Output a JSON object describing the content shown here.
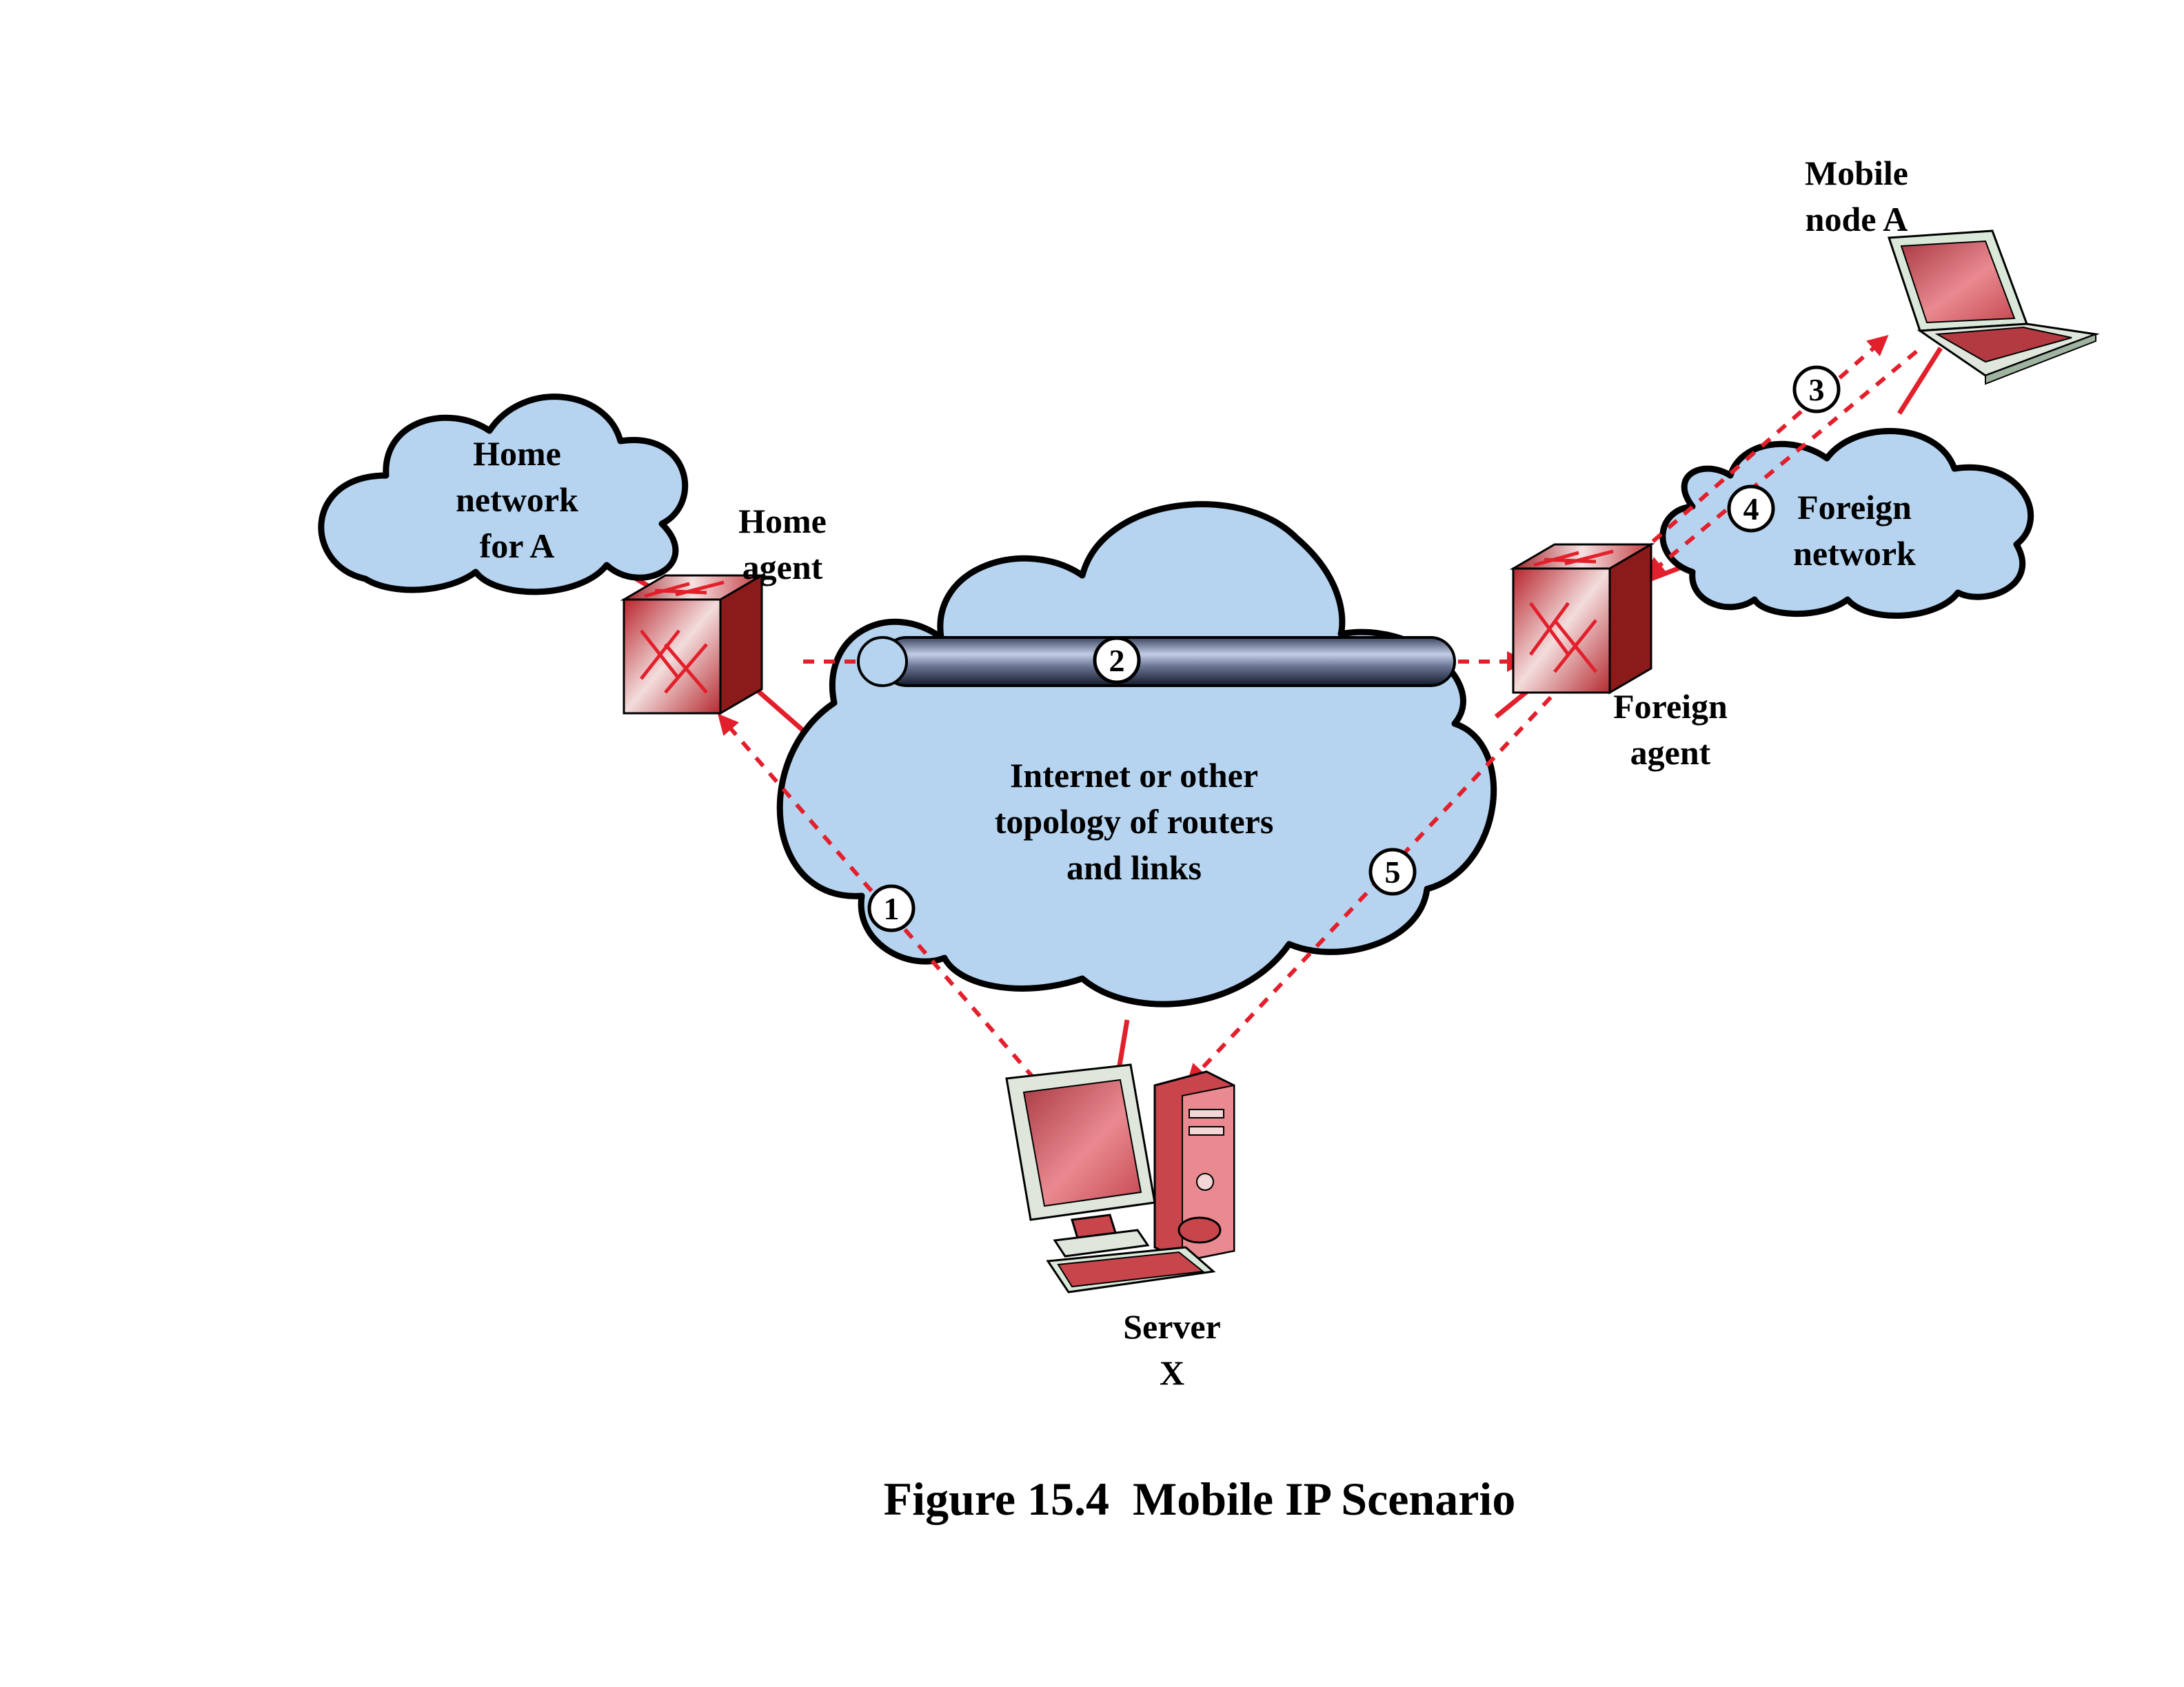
{
  "labels": {
    "home_network": [
      "Home",
      "network",
      "for A"
    ],
    "home_agent": [
      "Home",
      "agent"
    ],
    "internet": [
      "Internet or other",
      "topology of routers",
      "and links"
    ],
    "foreign_network": [
      "Foreign",
      "network"
    ],
    "foreign_agent": [
      "Foreign",
      "agent"
    ],
    "mobile_node": [
      "Mobile",
      "node A"
    ],
    "server": [
      "Server",
      "X"
    ]
  },
  "steps": [
    "1",
    "2",
    "3",
    "4",
    "5"
  ],
  "caption": "Figure 15.4  Mobile IP Scenario",
  "colors": {
    "cloud_fill": "#b6d4f0",
    "link_red": "#e2202c",
    "router_dark": "#8b1a1a",
    "device_red": "#c8454c",
    "tunnel_dark": "#1f2940",
    "tunnel_light": "#b9c5e0"
  },
  "icons": [
    "home-agent-router-icon",
    "foreign-agent-router-icon",
    "laptop-icon",
    "desktop-computer-icon"
  ]
}
